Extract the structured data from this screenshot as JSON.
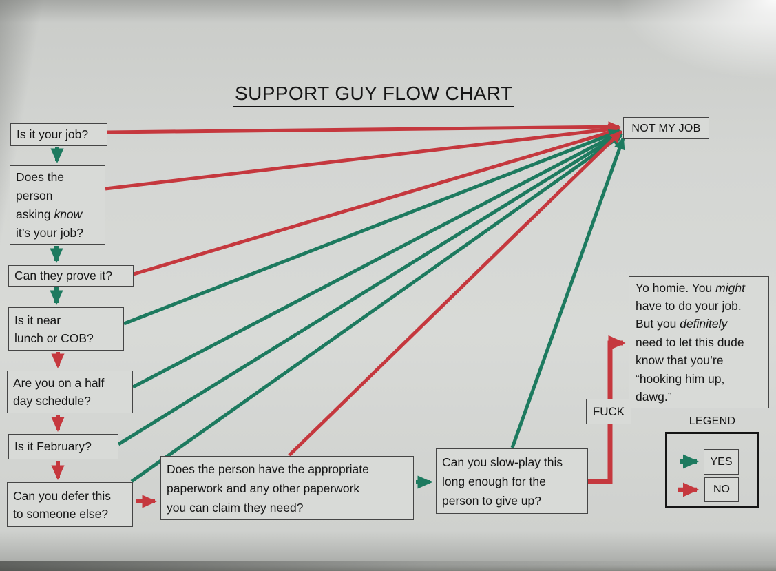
{
  "title": "SUPPORT GUY FLOW CHART",
  "colors": {
    "yes_green": "#1d7a5f",
    "no_red": "#c5383e",
    "paper": "#d6d8d5",
    "box_border": "#454545",
    "legend_border": "#151515",
    "ink": "#161616"
  },
  "legend": {
    "title": "LEGEND",
    "yes_label": "YES",
    "no_label": "NO"
  },
  "nodes": {
    "q1": {
      "id": "q1",
      "text": "Is it your job?"
    },
    "q2": {
      "id": "q2",
      "l1": "Does the",
      "l2": "person",
      "l3a": "asking ",
      "l3b_italic": "know",
      "l4": "it’s your job?"
    },
    "q3": {
      "id": "q3",
      "text": "Can they prove it?"
    },
    "q4": {
      "id": "q4",
      "l1": "Is it near",
      "l2": "lunch or COB?"
    },
    "q5": {
      "id": "q5",
      "l1": "Are you on a half",
      "l2": "day schedule?"
    },
    "q6": {
      "id": "q6",
      "text": "Is it February?"
    },
    "q7": {
      "id": "q7",
      "l1": "Can you defer this",
      "l2": "to someone else?"
    },
    "q8": {
      "id": "q8",
      "l1": "Does the person have the appropriate",
      "l2": "paperwork and any other paperwork",
      "l3": "you can claim they need?"
    },
    "q9": {
      "id": "q9",
      "l1": "Can you slow-play this",
      "l2": "long enough for the",
      "l3": "person to give up?"
    },
    "not_my_job": {
      "id": "not_my_job",
      "text": "NOT MY JOB"
    },
    "fuck_label": {
      "id": "fuck_label",
      "text": "FUCK"
    },
    "do_your_job": {
      "id": "do_your_job",
      "l1a": "Yo homie.  You ",
      "l1b_italic": "might",
      "l2": "have to do your job.",
      "l3a": "But you ",
      "l3b_italic": "definitely",
      "l4": "need to let this dude",
      "l5": "know that you’re",
      "l6": "“hooking him up,",
      "l7": "dawg.”"
    }
  },
  "edges": [
    {
      "from": "q1",
      "answer": "NO",
      "to": "not_my_job"
    },
    {
      "from": "q1",
      "answer": "YES",
      "to": "q2"
    },
    {
      "from": "q2",
      "answer": "NO",
      "to": "not_my_job"
    },
    {
      "from": "q2",
      "answer": "YES",
      "to": "q3"
    },
    {
      "from": "q3",
      "answer": "NO",
      "to": "not_my_job"
    },
    {
      "from": "q3",
      "answer": "YES",
      "to": "q4"
    },
    {
      "from": "q4",
      "answer": "YES",
      "to": "not_my_job"
    },
    {
      "from": "q4",
      "answer": "NO",
      "to": "q5"
    },
    {
      "from": "q5",
      "answer": "YES",
      "to": "not_my_job"
    },
    {
      "from": "q5",
      "answer": "NO",
      "to": "q6"
    },
    {
      "from": "q6",
      "answer": "YES",
      "to": "not_my_job"
    },
    {
      "from": "q6",
      "answer": "NO",
      "to": "q7"
    },
    {
      "from": "q7",
      "answer": "YES",
      "to": "not_my_job"
    },
    {
      "from": "q7",
      "answer": "NO",
      "to": "q8"
    },
    {
      "from": "q8",
      "answer": "NO",
      "to": "not_my_job"
    },
    {
      "from": "q8",
      "answer": "YES",
      "to": "q9"
    },
    {
      "from": "q9",
      "answer": "YES",
      "to": "not_my_job"
    },
    {
      "from": "q9",
      "answer": "NO",
      "to": "do_your_job",
      "label": "FUCK"
    }
  ]
}
